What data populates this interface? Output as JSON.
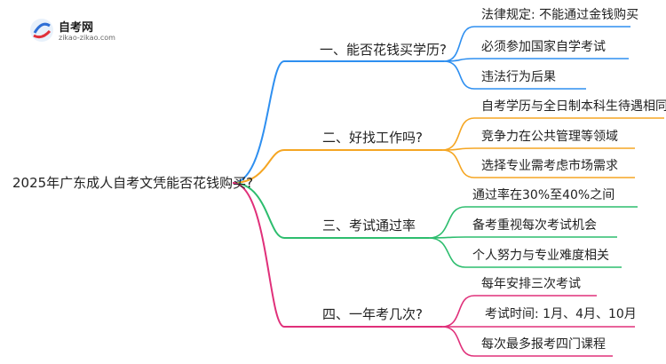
{
  "logo": {
    "title": "自考网",
    "subtitle": "zikao-zikao.com"
  },
  "root": {
    "text": "2025年广东成人自考文凭能否花钱购买?"
  },
  "colors": {
    "blue": "#2e8ff0",
    "orange": "#f5a623",
    "green": "#2dbd6e",
    "magenta": "#e0307a"
  },
  "branches": [
    {
      "label": "一、能否花钱买学历?",
      "color": "blue",
      "leaves": [
        "法律规定: 不能通过金钱购买",
        "必须参加国家自学考试",
        "违法行为后果"
      ]
    },
    {
      "label": "二、好找工作吗?",
      "color": "orange",
      "leaves": [
        "自考学历与全日制本科生待遇相同",
        "竞争力在公共管理等领域",
        "选择专业需考虑市场需求"
      ]
    },
    {
      "label": "三、考试通过率",
      "color": "green",
      "leaves": [
        "通过率在30%至40%之间",
        "备考重视每次考试机会",
        "个人努力与专业难度相关"
      ]
    },
    {
      "label": "四、一年考几次?",
      "color": "magenta",
      "leaves": [
        "每年安排三次考试",
        "考试时间: 1月、4月、10月",
        "每次最多报考四门课程"
      ]
    }
  ]
}
